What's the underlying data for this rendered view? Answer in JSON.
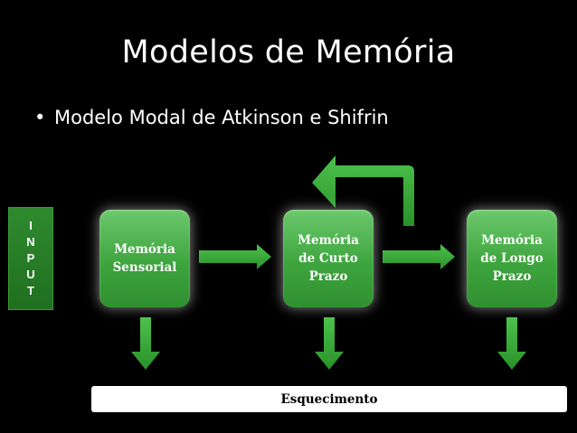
{
  "slide": {
    "title": "Modelos de Memória",
    "bullet_mark": "•",
    "bullet_text": "Modelo Modal de Atkinson e Shifrin"
  },
  "diagram": {
    "input_letters": [
      "I",
      "N",
      "P",
      "U",
      "T"
    ],
    "boxes": [
      {
        "label": "Memória\nSensorial"
      },
      {
        "label": "Memória\nde Curto\nPrazo"
      },
      {
        "label": "Memória\nde Longo\nPrazo"
      }
    ],
    "forgetting_label": "Esquecimento"
  },
  "colors": {
    "background": "#000000",
    "box_green": "#4caf50",
    "arrow_green": "#3cab3c",
    "text": "#ffffff"
  }
}
